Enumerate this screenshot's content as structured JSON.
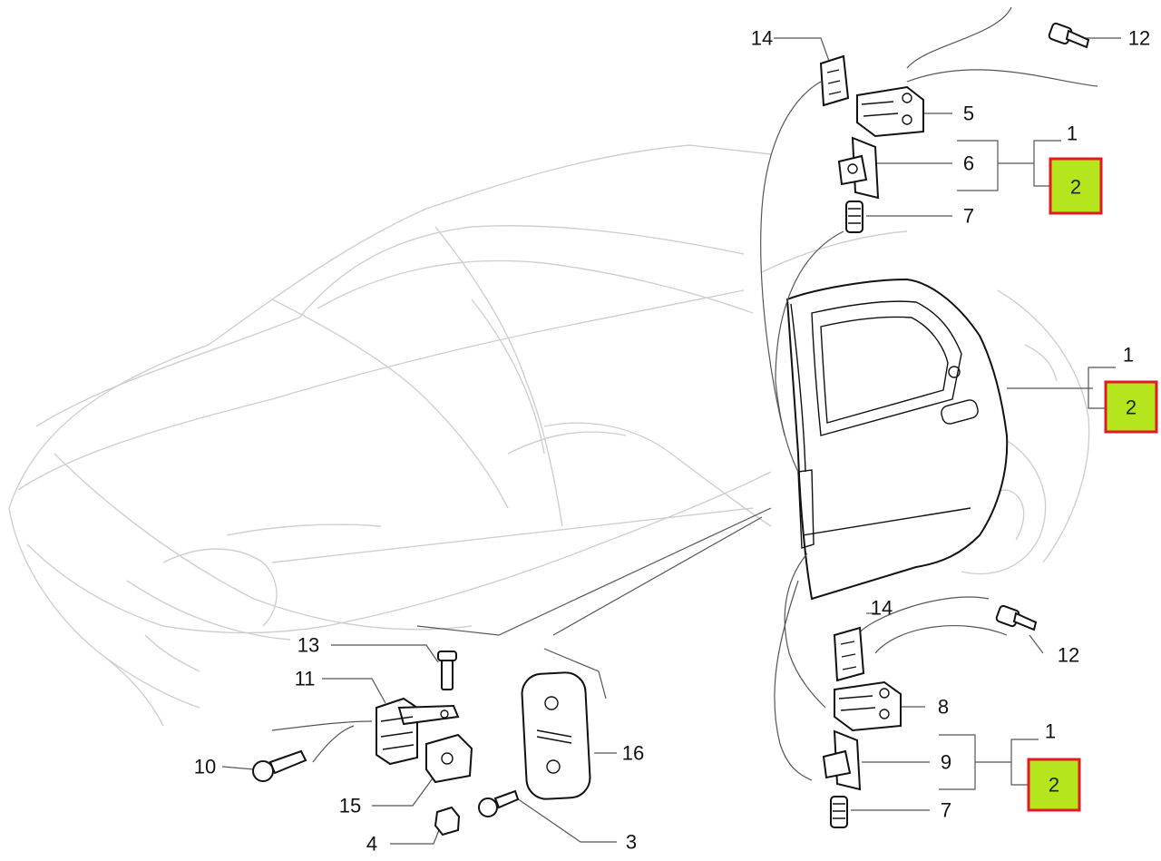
{
  "colors": {
    "highlight_fill": "#b5e61d",
    "highlight_border": "#e01b24",
    "ghost_line": "#cfcfcf",
    "part_line": "#111111"
  },
  "callouts": {
    "top_14": "14",
    "top_12": "12",
    "top_5": "5",
    "top_1": "1",
    "top_6": "6",
    "top_2": "2",
    "top_7": "7",
    "mid_1": "1",
    "mid_2": "2",
    "bot_14": "14",
    "bot_12": "12",
    "bot_8": "8",
    "bot_1": "1",
    "bot_9": "9",
    "bot_2": "2",
    "bot_7": "7",
    "left_13": "13",
    "left_11": "11",
    "left_10": "10",
    "left_15": "15",
    "left_4": "4",
    "left_16": "16",
    "left_3": "3"
  }
}
